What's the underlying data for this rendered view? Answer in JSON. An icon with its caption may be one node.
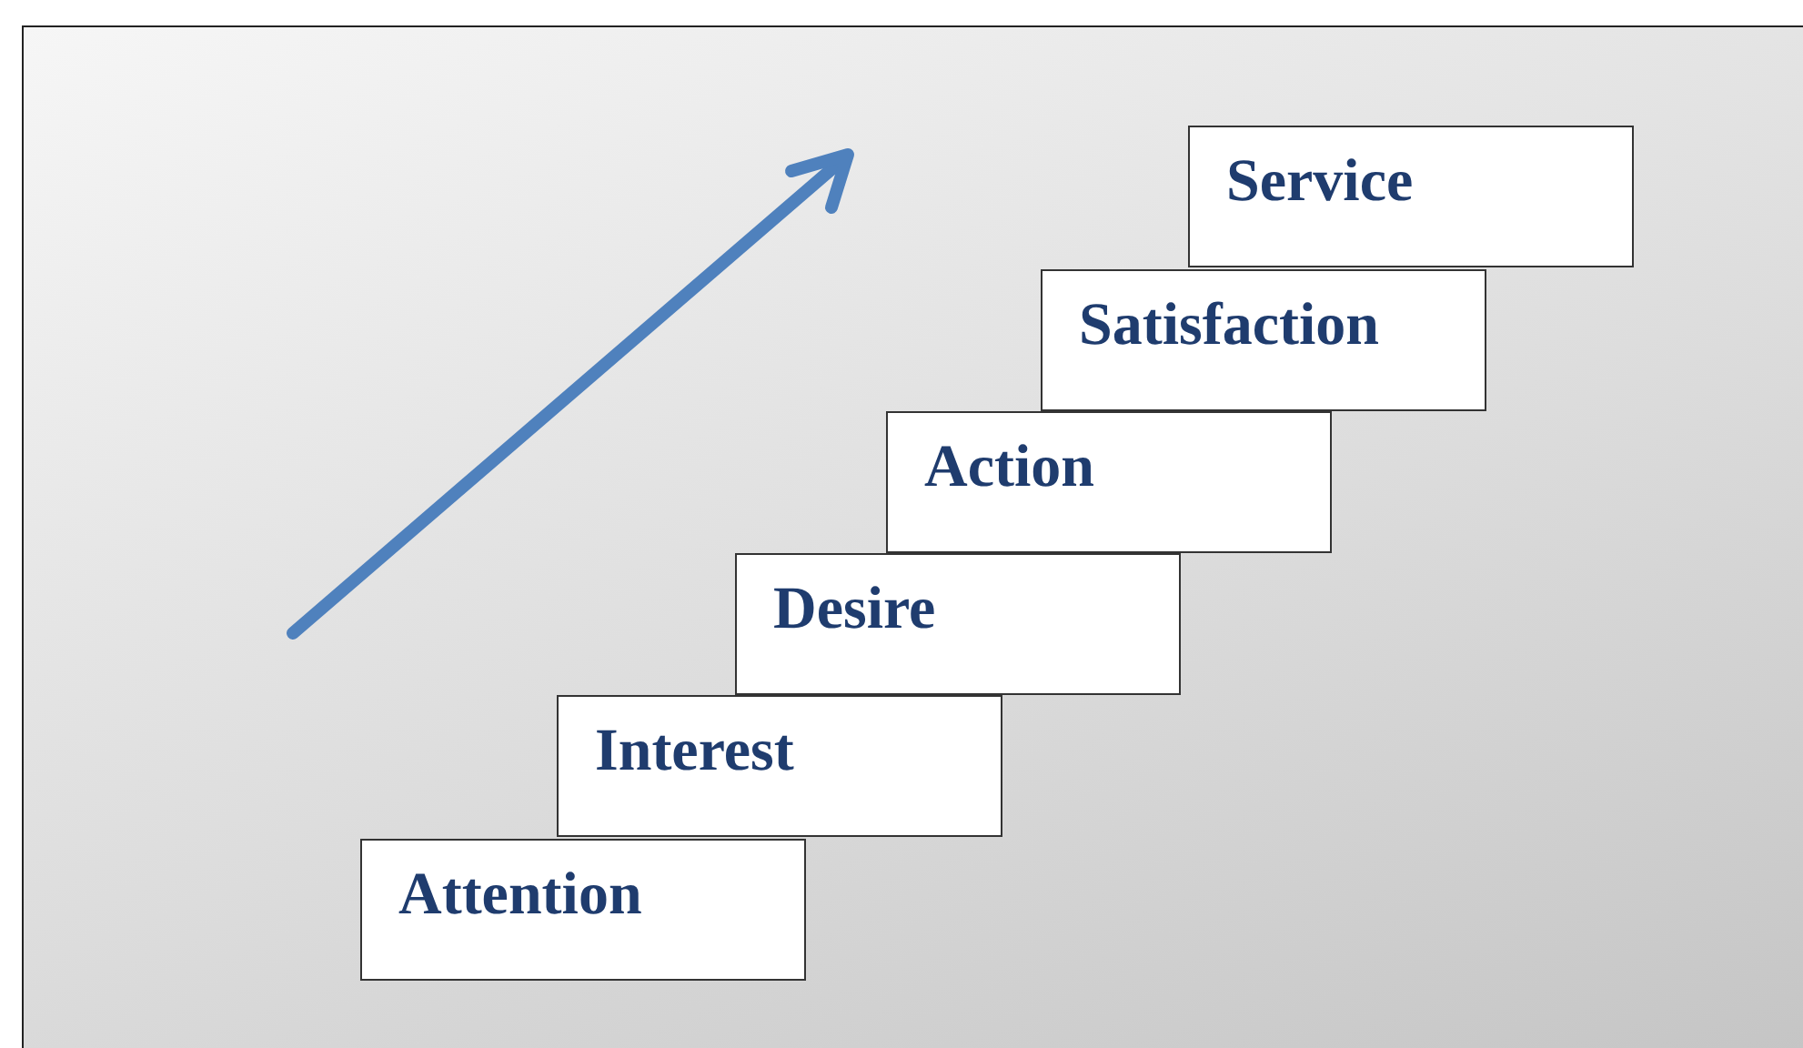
{
  "diagram": {
    "nodes": [
      {
        "text": [
          "Attention"
        ]
      },
      {
        "text": [
          "Interest"
        ]
      },
      {
        "text": [
          "Desire"
        ]
      },
      {
        "text": [
          "Action"
        ]
      },
      {
        "text": [
          "Satisfaction"
        ]
      },
      {
        "text": [
          "Service"
        ]
      }
    ]
  }
}
